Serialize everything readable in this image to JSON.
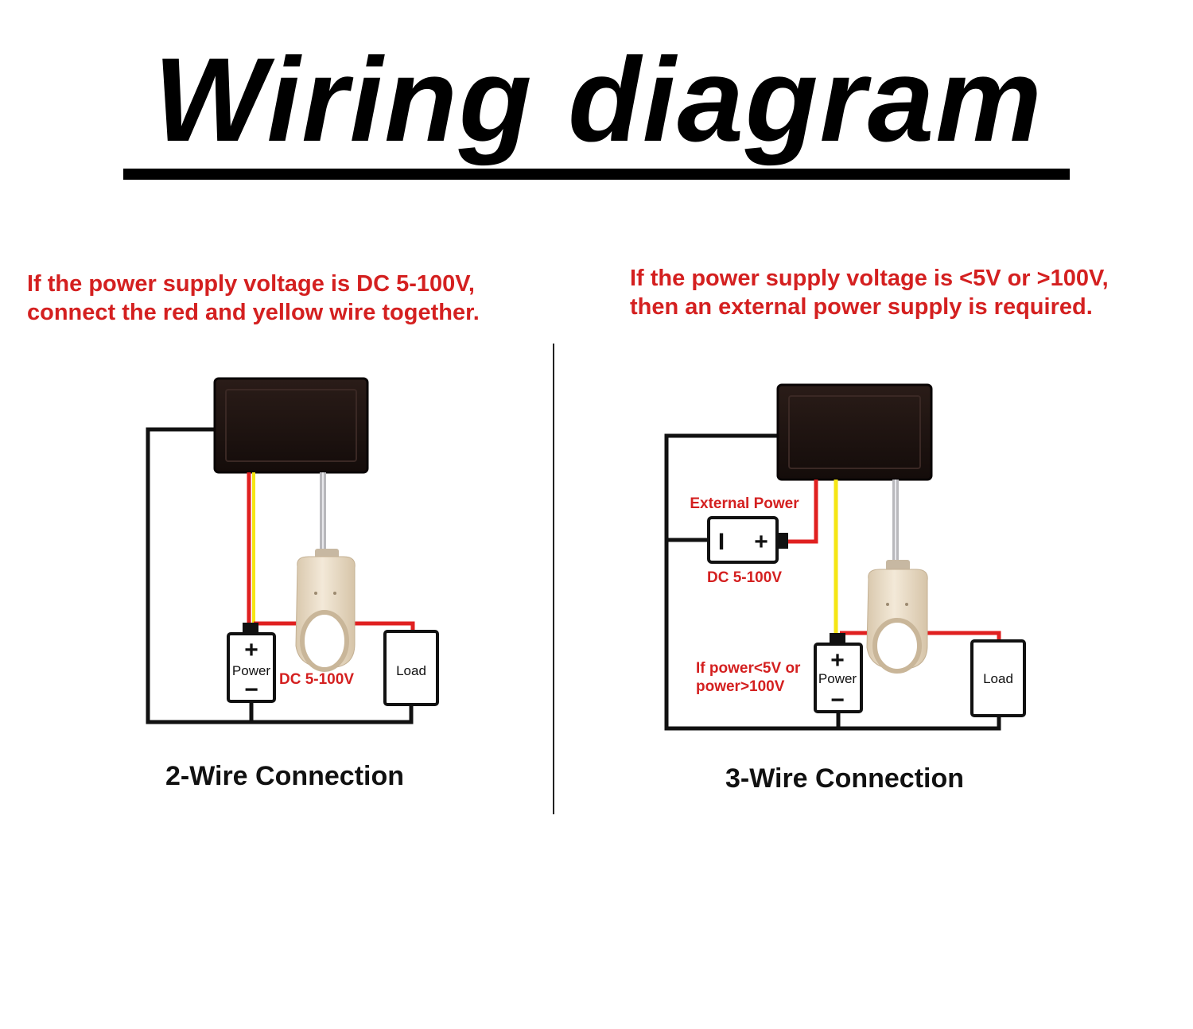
{
  "title": "Wiring diagram",
  "notes": {
    "left": [
      "If the power supply voltage is DC 5-100V,",
      "connect the red and yellow wire together."
    ],
    "right": [
      "If the power supply voltage is <5V or >100V,",
      "then an external power supply is required."
    ]
  },
  "two_wire": {
    "caption": "2-Wire Connection",
    "power_label": "Power",
    "plus": "+",
    "minus": "−",
    "load_label": "Load",
    "voltage_label": "DC 5-100V"
  },
  "three_wire": {
    "caption": "3-Wire Connection",
    "external_power_label": "External Power",
    "external_voltage_label": "DC 5-100V",
    "battery_minus": "I",
    "battery_plus": "+",
    "power_label": "Power",
    "plus": "+",
    "minus": "−",
    "load_label": "Load",
    "condition_line1": "If power<5V or",
    "condition_line2": "power>100V"
  },
  "colors": {
    "red_wire": "#e02020",
    "yellow_wire": "#f5e614",
    "black_wire": "#111111",
    "note_text": "#d42020",
    "sensor": "#efe3cf"
  }
}
